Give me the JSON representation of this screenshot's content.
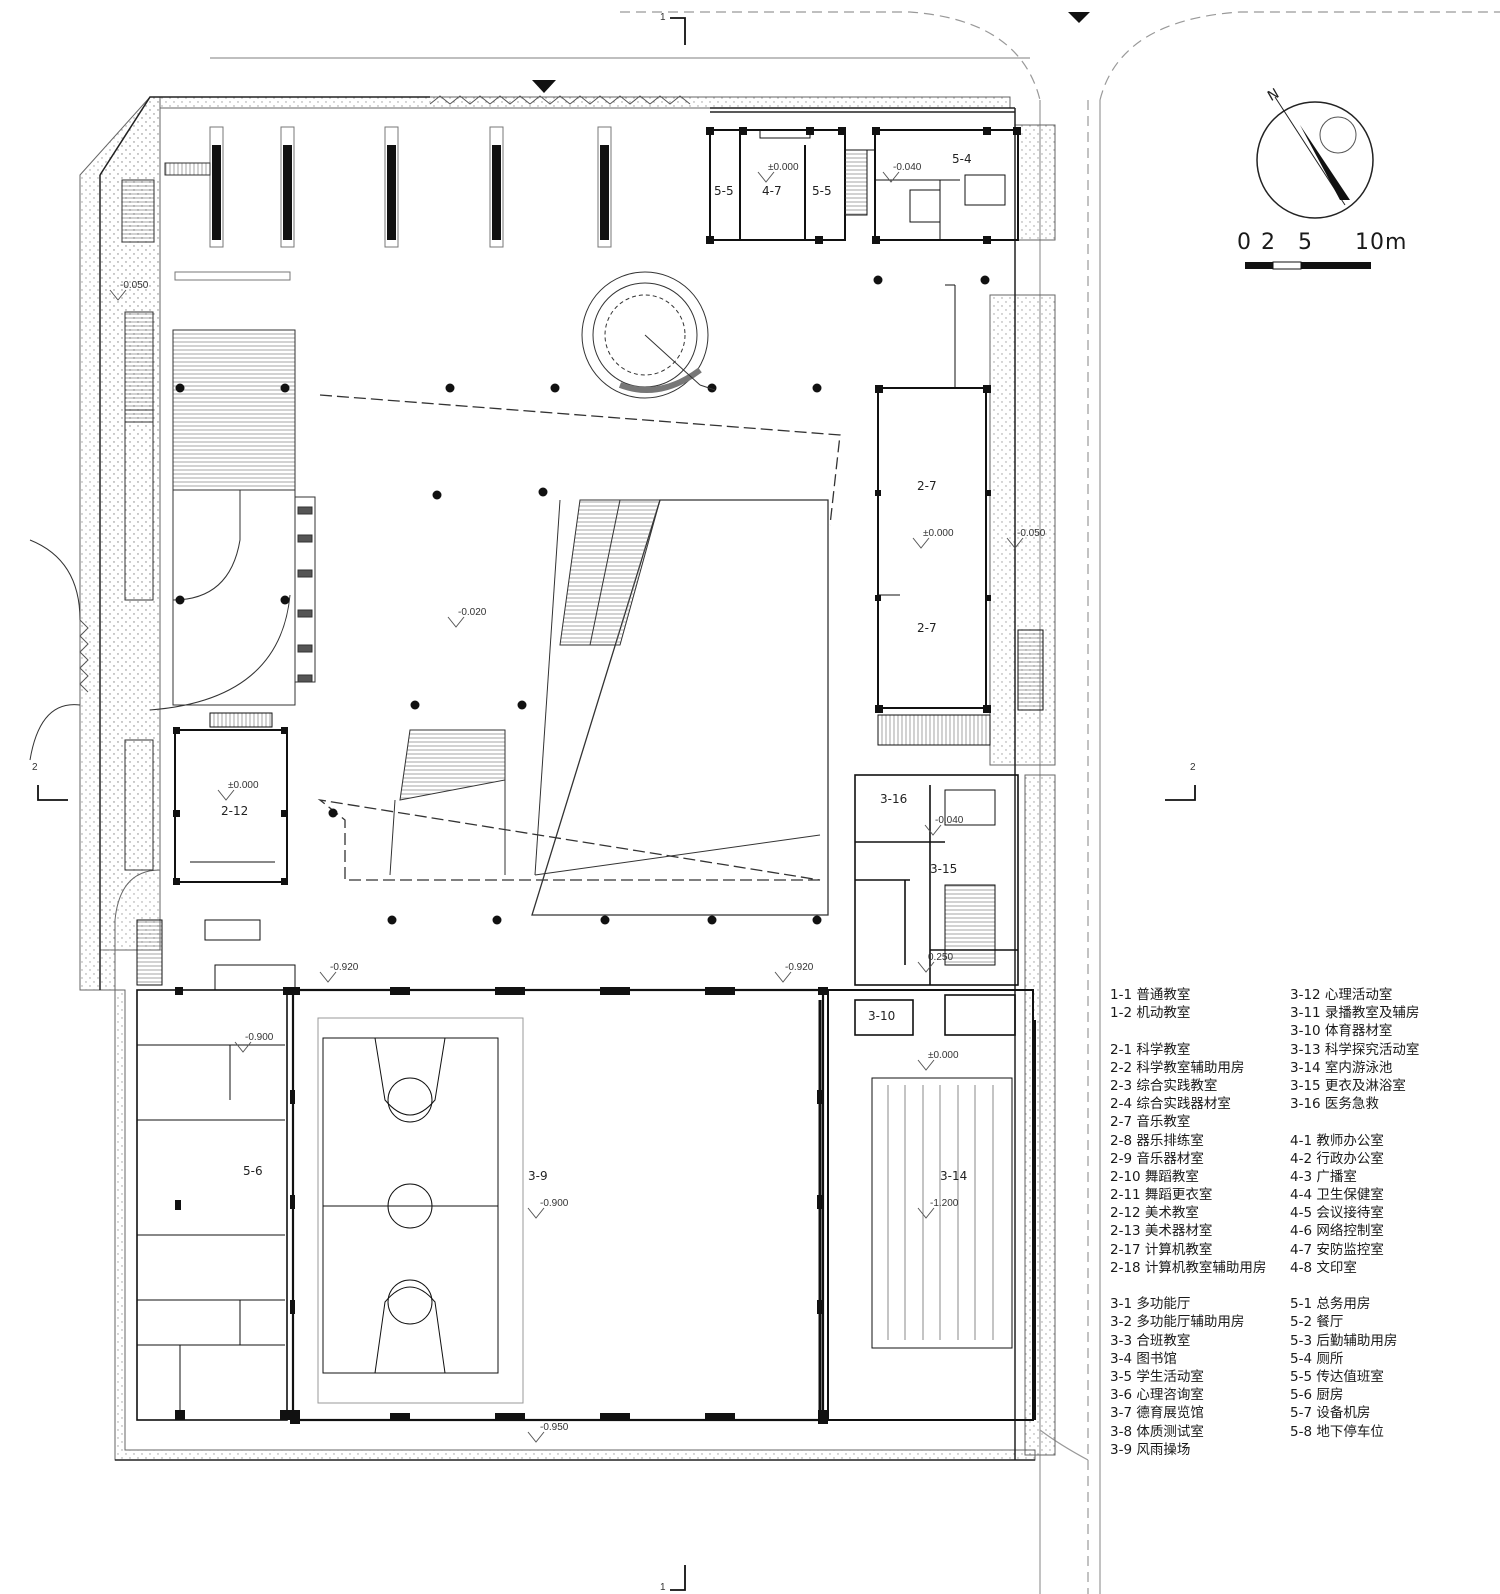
{
  "rooms": {
    "r55a": "5-5",
    "r47": "4-7",
    "r55b": "5-5",
    "r54": "5-4",
    "r27a": "2-7",
    "r27b": "2-7",
    "r212": "2-12",
    "r316": "3-16",
    "r315": "3-15",
    "r310": "3-10",
    "r39": "3-9",
    "r314": "3-14",
    "r56": "5-6"
  },
  "elevations": {
    "e1": "±0.000",
    "e2": "-0.040",
    "e3": "-0.050",
    "e4": "-0.020",
    "e5": "±0.000",
    "e6": "-0.050",
    "e7": "±0.000",
    "e8": "-0.040",
    "e9": "-0.920",
    "e10": "-0.920",
    "e11": "-0.900",
    "e12": "±0.000",
    "e13": "-0.900",
    "e14": "-1.200",
    "e15": "-0.950",
    "e16": "0.250"
  },
  "section_marks": {
    "top": "1",
    "bottom": "1",
    "left": "2",
    "right": "2"
  },
  "compass": {
    "north": "N"
  },
  "scale": {
    "t0": "0",
    "t2": "2",
    "t5": "5",
    "t10": "10m"
  },
  "legend": {
    "col1": [
      "1-1 普通教室",
      "1-2 机动教室",
      "",
      "2-1 科学教室",
      "2-2 科学教室辅助用房",
      "2-3 综合实践教室",
      "2-4 综合实践器材室",
      "2-7 音乐教室",
      "2-8 器乐排练室",
      "2-9 音乐器材室",
      "2-10 舞蹈教室",
      "2-11 舞蹈更衣室",
      "2-12 美术教室",
      "2-13 美术器材室",
      "2-17 计算机教室",
      "2-18 计算机教室辅助用房",
      "",
      "3-1 多功能厅",
      "3-2 多功能厅辅助用房",
      "3-3 合班教室",
      "3-4 图书馆",
      "3-5 学生活动室",
      "3-6 心理咨询室",
      "3-7 德育展览馆",
      "3-8 体质测试室",
      "3-9 风雨操场"
    ],
    "col2": [
      "3-12 心理活动室",
      "3-11 录播教室及辅房",
      "3-10 体育器材室",
      "3-13 科学探究活动室",
      "3-14 室内游泳池",
      "3-15 更衣及淋浴室",
      "3-16 医务急救",
      "",
      "4-1 教师办公室",
      "4-2 行政办公室",
      "4-3 广播室",
      "4-4 卫生保健室",
      "4-5 会议接待室",
      "4-6 网络控制室",
      "4-7 安防监控室",
      "4-8 文印室",
      "",
      "5-1 总务用房",
      "5-2 餐厅",
      "5-3 后勤辅助用房",
      "5-4 厕所",
      "5-5 传达值班室",
      "5-6 厨房",
      "5-7 设备机房",
      "5-8 地下停车位"
    ]
  }
}
